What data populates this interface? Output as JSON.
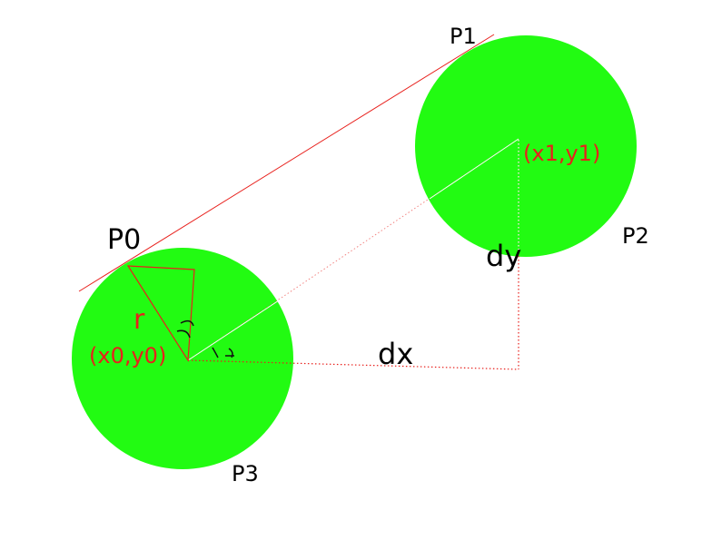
{
  "colors": {
    "background": "#ffffff",
    "circle_fill": "#22fb12",
    "tangent_line": "#e8201c",
    "dotted_line": "#e8201c",
    "center_line": "#ffffff",
    "label_red": "#e8201c",
    "label_black": "#000000"
  },
  "labels": {
    "p0": "P0",
    "p1": "P1",
    "p2": "P2",
    "p3": "P3",
    "r": "r",
    "center0": "(x0,y0)",
    "center1": "(x1,y1)",
    "dx": "dx",
    "dy": "dy"
  }
}
